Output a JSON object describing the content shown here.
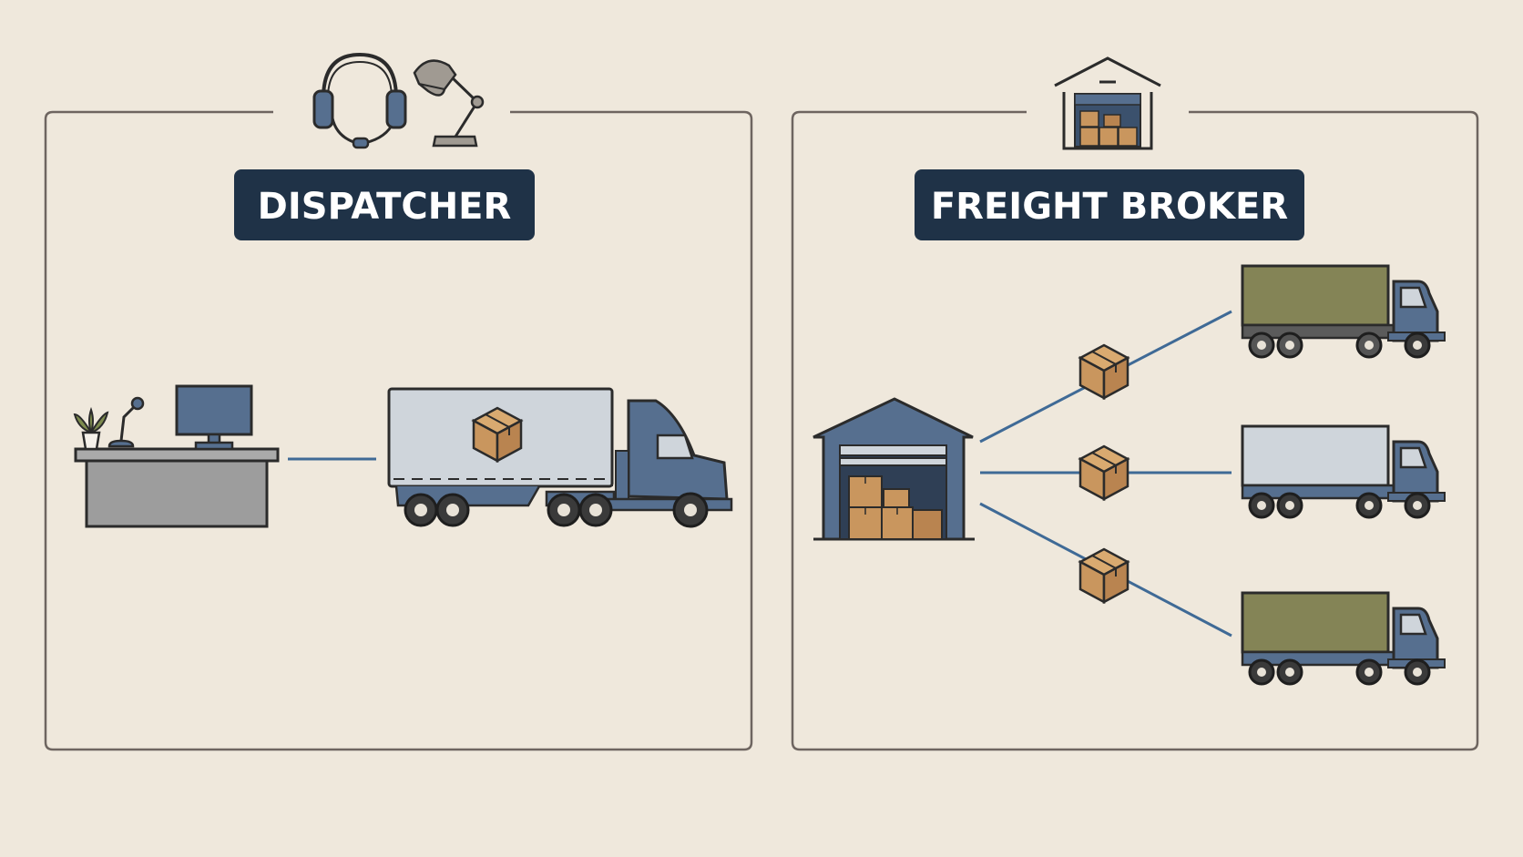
{
  "colors": {
    "background": "#efe8dc",
    "panel_border": "#6e6560",
    "title_bg": "#1f3247",
    "title_text": "#ffffff",
    "steel_blue": "#566f8f",
    "connector_line": "#3f6a96",
    "cardboard": "#c9965e",
    "trailer_light": "#cfd5db",
    "trailer_olive": "#848456",
    "outline": "#2b2b2b"
  },
  "panels": {
    "dispatcher": {
      "title": "DISPATCHER",
      "header_icons": [
        "headset-icon",
        "desk-lamp-icon"
      ],
      "scene": [
        "desk-icon",
        "computer-monitor-icon",
        "microphone-icon",
        "potted-plant-icon",
        "semi-truck-icon",
        "package-icon"
      ]
    },
    "freight_broker": {
      "title": "FREIGHT BROKER",
      "header_icons": [
        "warehouse-icon"
      ],
      "scene": [
        "warehouse-icon",
        "package-icon",
        "box-truck-icon"
      ],
      "routes": [
        {
          "truck_trailer": "olive"
        },
        {
          "truck_trailer": "light"
        },
        {
          "truck_trailer": "olive"
        }
      ]
    }
  }
}
